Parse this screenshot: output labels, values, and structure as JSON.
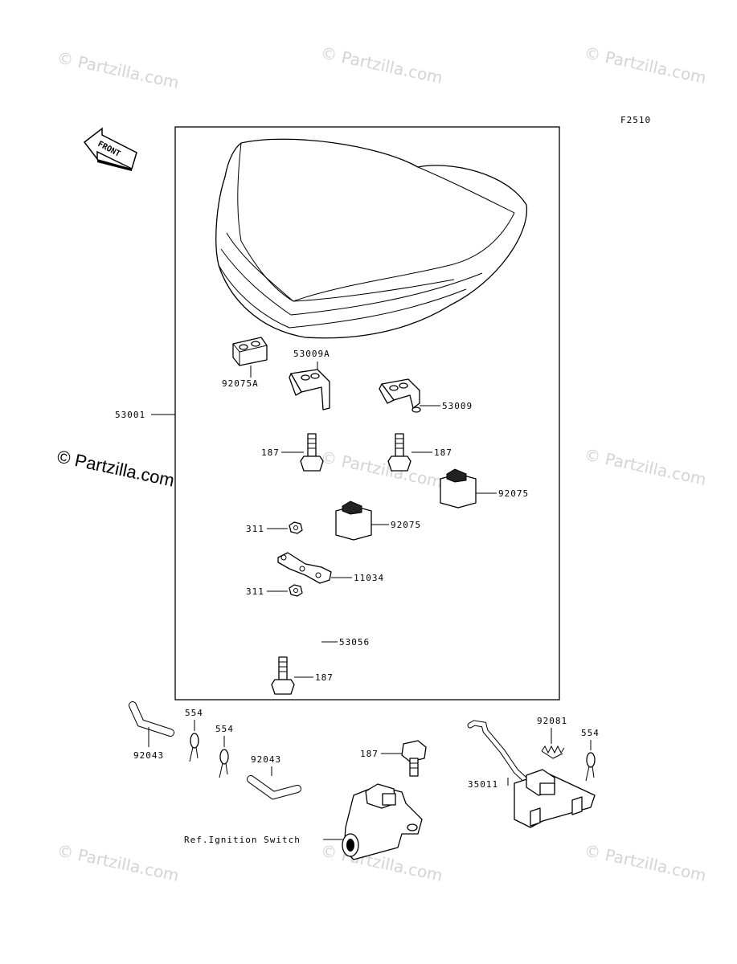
{
  "figure_code": "F2510",
  "front_label": "FRONT",
  "watermark_text": "© Partzilla.com",
  "labels": {
    "l53001": "53001",
    "l92075A": "92075A",
    "l53009A": "53009A",
    "l53009": "53009",
    "l187a": "187",
    "l187b": "187",
    "l92075a": "92075",
    "l92075b": "92075",
    "l311a": "311",
    "l11034": "11034",
    "l311b": "311",
    "l53056": "53056",
    "l187c": "187",
    "l554a": "554",
    "l554b": "554",
    "l92043a": "92043",
    "l92043b": "92043",
    "l187d": "187",
    "l92081": "92081",
    "l554c": "554",
    "l35011": "35011",
    "lref": "Ref.Ignition Switch"
  }
}
